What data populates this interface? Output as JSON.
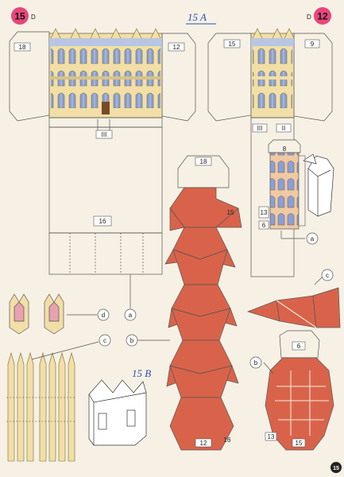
{
  "sheet": {
    "page_badge_left": "15",
    "page_badge_right": "12",
    "badge_letter_left": "D",
    "badge_letter_right": "D",
    "title_a": "15 A",
    "title_b": "15 B",
    "page_number": "15"
  },
  "labels": {
    "n18_top": "18",
    "n12_top": "12",
    "n15_top": "15",
    "n9_top": "9",
    "n16": "16",
    "n18_chain": "18",
    "n15_chain": "15",
    "n12_chain": "12",
    "n16_chain": "16",
    "n8": "8",
    "n13_side": "13",
    "n6_side": "6",
    "n6_roof": "6",
    "n13_roof": "13",
    "n15_roof": "15",
    "roman_iii_left": "III",
    "roman_iii_right": "III",
    "roman_ii_right": "II"
  },
  "callouts": {
    "a_right": "a",
    "a_left": "a",
    "b_left": "b",
    "b_right": "b",
    "c_left": "c",
    "c_right": "c",
    "d_left": "d"
  },
  "colors": {
    "paper": "#f6f1e4",
    "roof_red": "#d9634a",
    "facade_yellow": "#f1dfa7",
    "window_blue": "#8aa0d6",
    "badge_pink": "#e8467c",
    "line": "#555555",
    "handwriting_blue": "#2a4fb5"
  }
}
